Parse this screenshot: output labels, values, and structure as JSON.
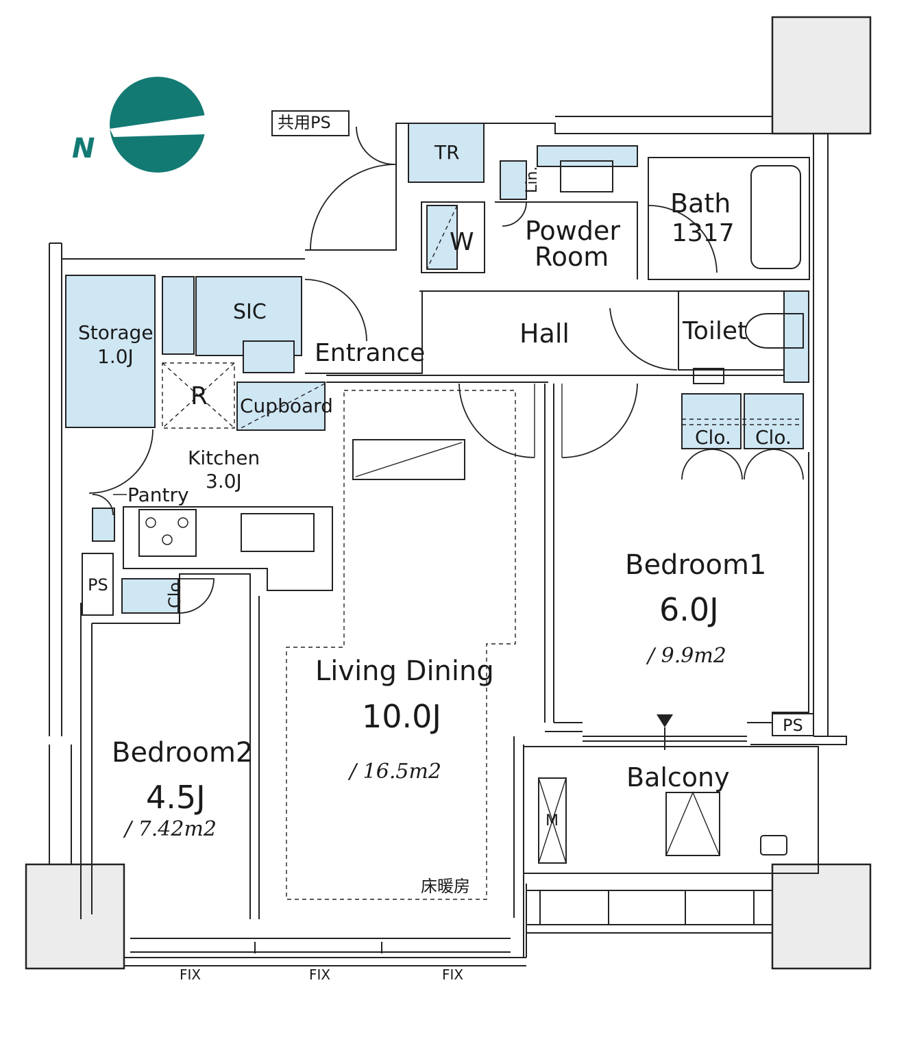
{
  "compass": {
    "north_label": "N",
    "color": "#137a73"
  },
  "labels": {
    "shared_ps": "共用PS",
    "tr": "TR",
    "lin": "Lin.",
    "w": "W",
    "powder_room_1": "Powder",
    "powder_room_2": "Room",
    "bath_1": "Bath",
    "bath_2": "1317",
    "sic": "SIC",
    "storage_1": "Storage",
    "storage_2": "1.0J",
    "entrance": "Entrance",
    "hall": "Hall",
    "toilet": "Toilet",
    "r": "R",
    "cupboard": "Cupboard",
    "clo_1": "Clo.",
    "clo_2": "Clo.",
    "clo_3": "Clo.",
    "kitchen_1": "Kitchen",
    "kitchen_2": "3.0J",
    "pantry": "Pantry",
    "ps_1": "PS",
    "ps_2": "PS",
    "bedroom1_name": "Bedroom1",
    "bedroom1_size": "6.0J",
    "bedroom1_area": "/ 9.9m2",
    "living_name": "Living Dining",
    "living_size": "10.0J",
    "living_area": "/ 16.5m2",
    "bedroom2_name": "Bedroom2",
    "bedroom2_size": "4.5J",
    "bedroom2_area": "/ 7.42m2",
    "balcony": "Balcony",
    "m": "M",
    "floor_heating": "床暖房",
    "fix_1": "FIX",
    "fix_2": "FIX",
    "fix_3": "FIX"
  },
  "colors": {
    "fixture_blue": "#cfe6f3",
    "wall": "#222222"
  }
}
